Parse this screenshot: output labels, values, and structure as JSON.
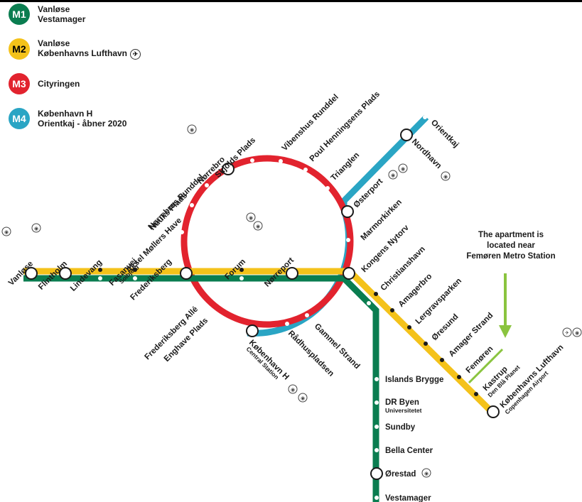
{
  "colors": {
    "m1": "#0a7d50",
    "m2": "#f4c21a",
    "m3": "#e2232e",
    "m4": "#2aa5c4",
    "arrow": "#8ac43f"
  },
  "legend": [
    {
      "code": "M1",
      "line1": "Vanløse",
      "line2": "Vestamager",
      "color": "#0a7d50",
      "airport_icon": false
    },
    {
      "code": "M2",
      "line1": "Vanløse",
      "line2": "Københavns Lufthavn",
      "color": "#f4c21a",
      "airport_icon": true
    },
    {
      "code": "M3",
      "line1": "Cityringen",
      "line2": "",
      "color": "#e2232e",
      "airport_icon": false
    },
    {
      "code": "M4",
      "line1": "København H",
      "line2": "Orientkaj - åbner 2020",
      "color": "#2aa5c4",
      "airport_icon": false
    }
  ],
  "stations": {
    "vanlose": "Vanløse",
    "flintholm": "Flintholm",
    "lindevang": "Lindevang",
    "fasanvej": "Fasanvej",
    "fasanvej_sub": "Solbjerg",
    "frederiksberg": "Frederiksberg",
    "forum": "Forum",
    "norreport": "Nørreport",
    "kongens_nytorv": "Kongens Nytorv",
    "christianshavn": "Christianshavn",
    "amagerbro": "Amagerbro",
    "lergravsparken": "Lergravsparken",
    "oresund": "Øresund",
    "amager_strand": "Amager Strand",
    "femoren": "Femøren",
    "kastrup": "Kastrup",
    "kastrup_sub": "Den Blå Planet",
    "lufthavn": "Københavns Lufthavn",
    "lufthavn_sub": "Copenhagen Airport",
    "islands_brygge": "Islands Brygge",
    "dr_byen": "DR Byen",
    "dr_byen_sub": "Universitetet",
    "sundby": "Sundby",
    "bella_center": "Bella Center",
    "orestad": "Ørestad",
    "vestamager": "Vestamager",
    "norrebro": "Nørrebro",
    "skjolds_plads": "Skjolds Plads",
    "norrebros_runddel": "Nørrebros Runddel",
    "nuuks_plads": "Nuuks Plads",
    "aksel_mollers_have": "Aksel Møllers Have",
    "vibenshus_runddel": "Vibenshus Runddel",
    "poul_henningsens_plads": "Poul Henningsens Plads",
    "trianglen": "Trianglen",
    "osterport": "Østerport",
    "marmorkirken": "Marmorkirken",
    "nordhavn": "Nordhavn",
    "orientkaj": "Orientkaj",
    "frederiksberg_alle": "Frederiksberg Allé",
    "enghave_plads": "Enghave Plads",
    "kobenhavn_h": "København H",
    "kobenhavn_h_sub": "Central Station",
    "radhuspladsen": "Rådhuspladsen",
    "gammel_strand": "Gammel Strand"
  },
  "note": {
    "line1": "The apartment is",
    "line2": "located near",
    "line3": "Femøren Metro Station"
  },
  "icons": {
    "train": "train-icon",
    "airport": "airplane-icon"
  }
}
